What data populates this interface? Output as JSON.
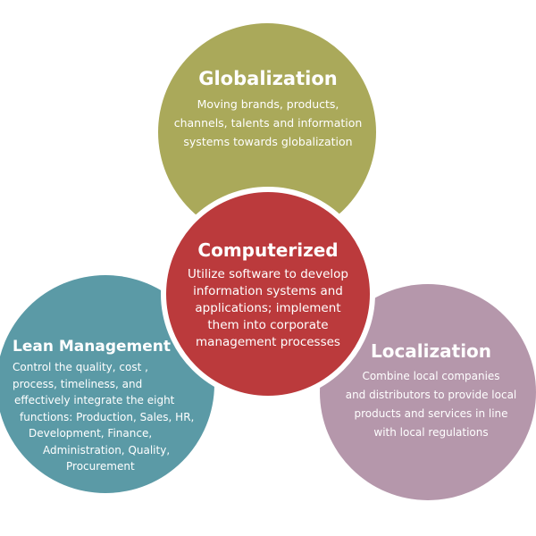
{
  "colors": {
    "globalization": "#aaa95a",
    "computerized": "#bb3a3c",
    "lean": "#5b9aa6",
    "localization": "#b597ab"
  },
  "globalization": {
    "title": "Globalization",
    "lines": [
      "Moving brands, products,",
      "channels, talents and information",
      "systems towards globalization"
    ]
  },
  "computerized": {
    "title": "Computerized",
    "lines": [
      "Utilize software to develop",
      "information systems and",
      "applications; implement",
      "them into corporate",
      "management processes"
    ]
  },
  "lean": {
    "title": "Lean Management",
    "lines": [
      "Control the quality, cost ,",
      "process, timeliness, and",
      "effectively integrate the eight",
      "functions: Production, Sales, HR,",
      "Development, Finance,",
      "Administration, Quality,",
      "Procurement"
    ]
  },
  "localization": {
    "title": "Localization",
    "lines": [
      "Combine local companies",
      "and distributors to provide local",
      "products and services in line",
      "with local regulations"
    ]
  }
}
